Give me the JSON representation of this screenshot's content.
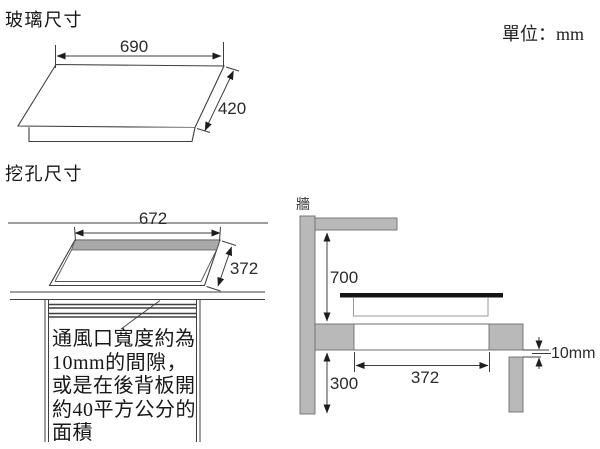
{
  "page": {
    "unit_label": "單位：mm"
  },
  "glass": {
    "title": "玻璃尺寸",
    "width_label": "690",
    "depth_label": "420"
  },
  "cutout": {
    "title": "挖孔尺寸",
    "width_label": "672",
    "depth_label": "372",
    "note_lines": [
      "通風口寬度約為",
      "10mm的間隙，",
      "或是在後背板開",
      "約40平方公分的",
      "面積"
    ]
  },
  "side": {
    "wall_label": "牆",
    "hood_clearance_label": "700",
    "under_counter_label": "300",
    "cutout_width_label": "372",
    "vent_gap_label": "10mm"
  },
  "colors": {
    "stroke": "#3f3f3f",
    "gray_fill": "#b9b9b9",
    "cutout_band": "#a9a9a9",
    "glass_black": "#141414",
    "text": "#1f1f1f"
  }
}
